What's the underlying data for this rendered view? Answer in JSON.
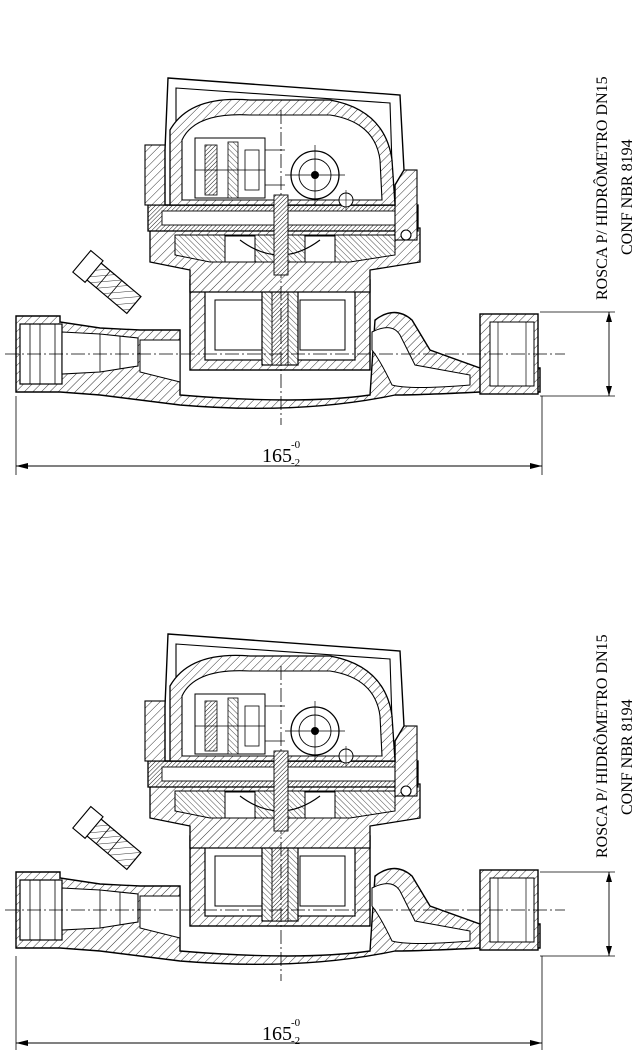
{
  "views": [
    {
      "id": "top",
      "dimension": {
        "value": "165",
        "upper_tol": "-0",
        "lower_tol": "-2"
      },
      "side_note": {
        "line1": "ROSCA P/ HIDRÔMETRO DN15",
        "line2": "CONF NBR 8194"
      }
    },
    {
      "id": "bottom",
      "dimension": {
        "value": "165",
        "upper_tol": "-0",
        "lower_tol": "-2"
      },
      "side_note": {
        "line1": "ROSCA P/ HIDRÔMETRO DN15",
        "line2": "CONF NBR 8194"
      }
    }
  ]
}
